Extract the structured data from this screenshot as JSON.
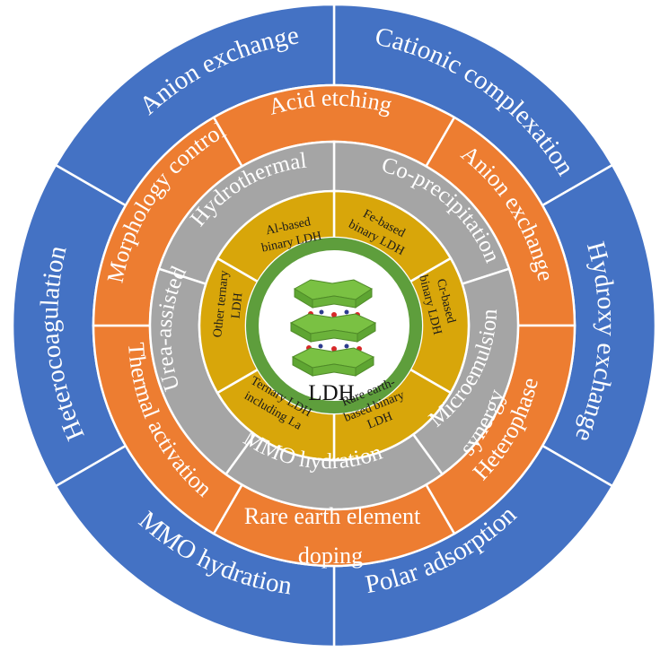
{
  "center": {
    "label": "LDH"
  },
  "colors": {
    "blue": "#4472c4",
    "orange": "#ed7d31",
    "gray": "#a5a5a5",
    "gold": "#d8a60a",
    "green": "#5e9e3c",
    "center": "#ffffff",
    "separator": "#ffffff"
  },
  "rings": {
    "outer": {
      "labels": [
        "Anion exchange",
        "Cationic complexation",
        "Hydroxy exchange",
        "Polar adsorption",
        "MMO hydration",
        "Heterocoagulation"
      ]
    },
    "orange": {
      "labels": [
        "Morphology control",
        "Acid etching",
        "Anion exchange",
        "Heterophase synergy",
        "Rare earth element doping",
        "Thermal activation"
      ],
      "rare_earth_line1": "Rare earth element",
      "rare_earth_line2": "doping",
      "heterophase_line1": "Heterophase",
      "heterophase_line2": "synergy"
    },
    "gray": {
      "labels": [
        "Hydrothermal",
        "Co-precipitation",
        "Microemulsion",
        "MMO hydration",
        "Urea-assisted"
      ]
    },
    "gold": {
      "al_line1": "Al-based",
      "al_line2": "binary LDH",
      "fe_line1": "Fe-based",
      "fe_line2": "binary LDH",
      "cr_line1": "Cr-based",
      "cr_line2": "binary LDH",
      "re_line1": "Rare earth-",
      "re_line2": "based binary",
      "re_line3": "LDH",
      "ternary_line1": "Ternary LDH",
      "ternary_line2": "including La",
      "other_line1": "Other ternary",
      "other_line2": "LDH"
    }
  }
}
